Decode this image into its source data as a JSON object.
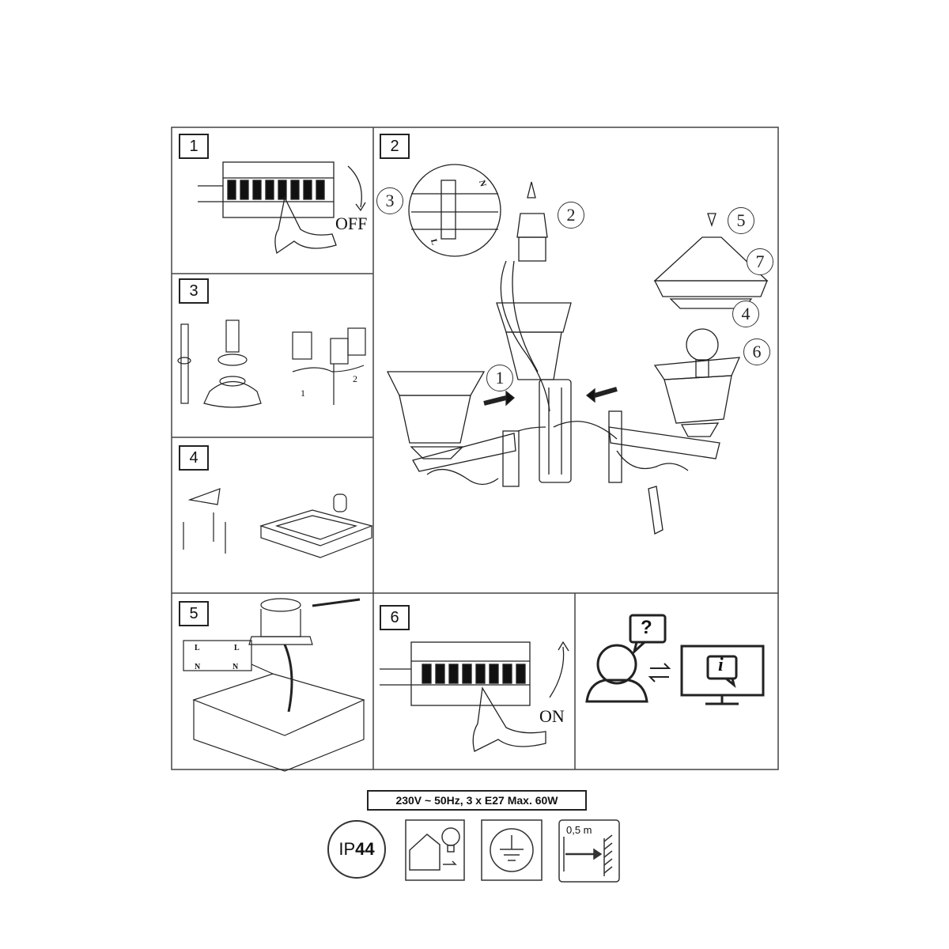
{
  "steps": [
    "1",
    "2",
    "3",
    "4",
    "5",
    "6"
  ],
  "callouts": [
    "1",
    "2",
    "3",
    "4",
    "5",
    "6",
    "7"
  ],
  "step1": {
    "switch_label": "OFF"
  },
  "step6": {
    "switch_label": "ON"
  },
  "step3": {
    "sub_labels": [
      "1",
      "2"
    ]
  },
  "wiring": {
    "live": "L",
    "neutral": "N"
  },
  "spec": {
    "text": "230V ~ 50Hz, 3 x E27 Max. 60W"
  },
  "symbols": {
    "ip_prefix": "IP",
    "ip_value": "44",
    "distance": "0,5 m",
    "icons": [
      "ip-rating-icon",
      "outdoor-lamp-icon",
      "protective-earth-icon",
      "minimum-distance-icon"
    ]
  },
  "support": {
    "question_mark": "?",
    "info_mark": "i",
    "icons": [
      "user-icon",
      "question-bubble-icon",
      "swap-arrows-icon",
      "monitor-info-icon"
    ]
  }
}
